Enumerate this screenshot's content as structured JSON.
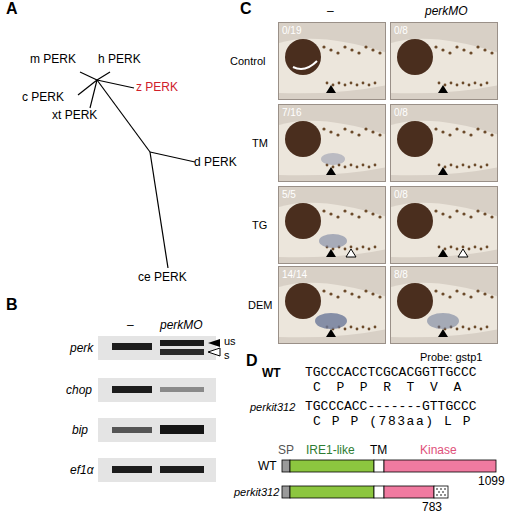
{
  "diagram": {
    "nodes": [
      {
        "text": [
          "0/19"
        ]
      },
      {
        "text": [
          "0/8"
        ]
      },
      {
        "text": [
          "7/16"
        ]
      },
      {
        "text": [
          "0/8"
        ]
      },
      {
        "text": [
          "5/5"
        ]
      },
      {
        "text": [
          "0/8"
        ]
      },
      {
        "text": [
          "14/14"
        ]
      },
      {
        "text": [
          "8/8"
        ]
      }
    ],
    "labels": [
      "A",
      "m PERK",
      "h PERK",
      "c PERK",
      "z PERK",
      "xt PERK",
      "d PERK",
      "ce PERK",
      "B",
      "–",
      "perkMO",
      "perk",
      "chop",
      "bip",
      "ef1α",
      "us",
      "s",
      "C",
      "–",
      "perkMO",
      "Control",
      "TM",
      "TG",
      "DEM",
      "Probe: gstp1",
      "D",
      "WT",
      "TGCCCACCTCGCACGGTTGCCC",
      "C P P R T V A",
      "perkit312",
      "TGCCCACC-------GTTGCCC",
      "C P P (783aa) L P",
      "SP",
      "IRE1-like",
      "TM",
      "Kinase",
      "WT",
      "1099",
      "perkit312",
      "783"
    ]
  }
}
